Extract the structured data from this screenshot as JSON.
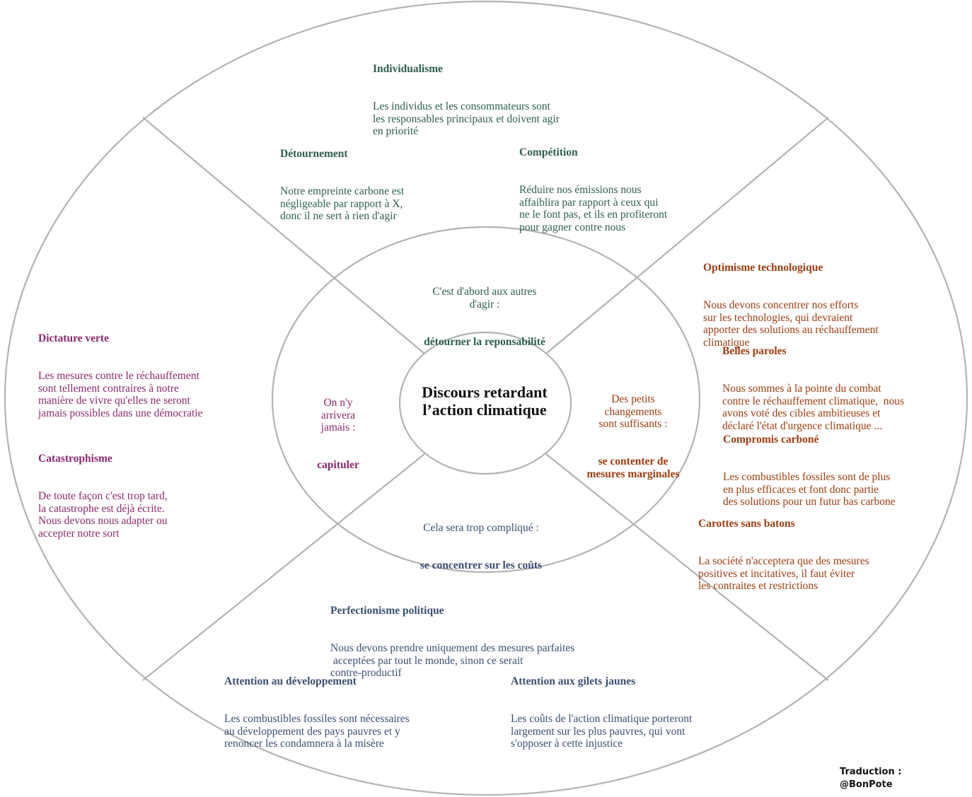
{
  "center": {
    "title": "Discours retardant\nl’action climatique"
  },
  "inner": {
    "top": {
      "line": "C'est d'abord aux autres\nd'agir :",
      "bold": "détourner la reponsabilité"
    },
    "left": {
      "line": "On n'y\narrivera\njamais :",
      "bold": "capituler"
    },
    "right": {
      "line": "Des petits\nchangements\nsont suffisants :",
      "bold": "se contenter de\nmesures marginales"
    },
    "bottom": {
      "line": "Cela sera trop compliqué :",
      "bold": "se concentrer sur les coûts"
    }
  },
  "outer": {
    "individualisme": {
      "title": "Individualisme",
      "text": "Les individus et les consommateurs sont\nles responsables principaux et doivent agir\nen priorité"
    },
    "detournement": {
      "title": "Détournement",
      "text": "Notre empreinte carbone est\nnégligeable par rapport à X,\ndonc il ne sert à rien d'agir"
    },
    "competition": {
      "title": "Compétition",
      "text": "Réduire nos émissions nous\naffaiblira par rapport à ceux qui\nne le font pas, et ils en profiteront\npour gagner contre nous"
    },
    "optimisme": {
      "title": "Optimisme technologique",
      "text": "Nous devons concentrer nos efforts\nsur les technologies, qui devraient\napporter des solutions au réchauffement\nclimatique"
    },
    "belles": {
      "title": "Belles paroles",
      "text": "Nous sommes à la pointe du combat\ncontre le réchauffement climatique,  nous\navons voté des cibles ambitieuses et\ndéclaré l'état d'urgence climatique ..."
    },
    "compromis": {
      "title": "Compromis carboné",
      "text": "Les combustibles fossiles sont de plus\nen plus efficaces et font donc partie\ndes solutions pour un futur bas carbone"
    },
    "carottes": {
      "title": "Carottes sans batons",
      "text": "La société n'acceptera que des mesures\npositives et incitatives, il faut éviter\nles contraites et restrictions"
    },
    "dictature": {
      "title": "Dictature verte",
      "text": "Les mesures contre le réchauffement\nsont tellement contraires à notre\nmanière de vivre qu'elles ne seront\njamais possibles dans une démocratie"
    },
    "catastrophisme": {
      "title": "Catastrophisme",
      "text": "De toute façon c'est trop tard,\nla catastrophe est déjà écrite.\nNous devons nous adapter ou\naccepter notre sort"
    },
    "perfectionnisme": {
      "title": "Perfectionisme politique",
      "text": "Nous devons prendre uniquement des mesures parfaites\n acceptées par tout le monde, sinon ce serait\ncontre-productif"
    },
    "developpement": {
      "title": "Attention au développement",
      "text": "Les combustibles fossiles sont nécessaires\nau développement des pays pauvres et y\nrenoncer les condamnera à la misère"
    },
    "gilets": {
      "title": "Attention aux gilets jaunes",
      "text": "Les coûts de l'action climatique porteront\nlargement sur les plus pauvres, qui vont\ns'opposer à cette injustice"
    }
  },
  "credit": "Traduction :\n@BonPote",
  "colors": {
    "green": "#2e5e4e",
    "orange": "#9c3d10",
    "purple": "#8a2b6e",
    "blue": "#3b4f72",
    "lines": "#b3b3b3"
  }
}
